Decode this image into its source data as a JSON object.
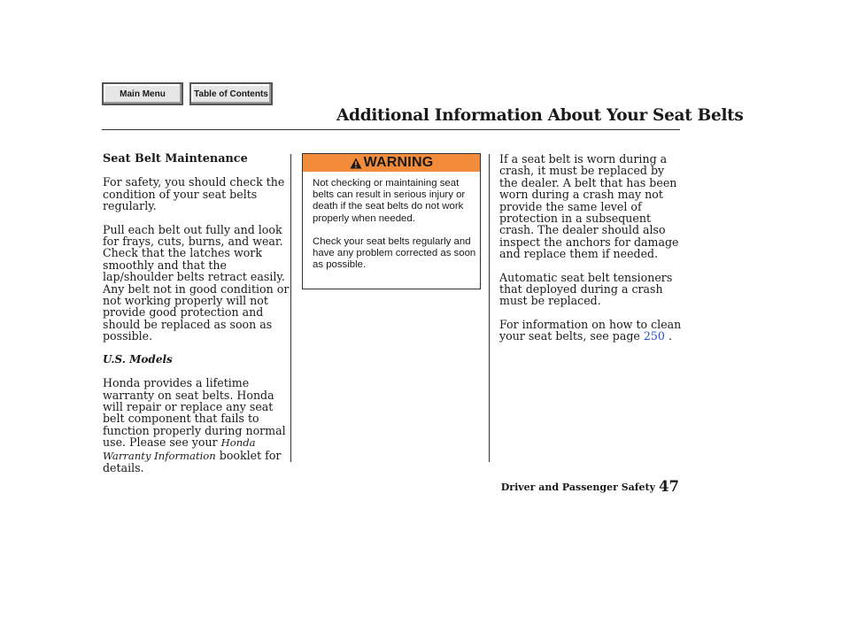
{
  "nav": {
    "main_menu": "Main Menu",
    "table_of_contents": "Table of Contents"
  },
  "page_title": "Additional Information About Your Seat Belts",
  "left_column": {
    "heading": "Seat Belt Maintenance",
    "para1": "For safety, you should check the condition of your seat belts regularly.",
    "para2": "Pull each belt out fully and look for frays, cuts, burns, and wear. Check that the latches work smoothly and that the lap/shoulder belts retract easily. Any belt not in good condition or not working properly will not provide good protection and should be replaced as soon as possible.",
    "subheading": "U.S. Models",
    "para3_start": "Honda provides a lifetime warranty on seat belts. Honda will repair or replace any seat belt component that fails to function properly during normal use. Please see your",
    "para3_italic": "Honda Warranty Information",
    "para3_end": "booklet for details."
  },
  "warning": {
    "label": "WARNING",
    "color": "#f28b3a",
    "icon": "warning-triangle-icon",
    "para1": "Not checking or maintaining seat belts can result in serious injury or death if the seat belts do not work properly when needed.",
    "para2": "Check your seat belts regularly and have any problem corrected as soon as possible."
  },
  "right_column": {
    "para1": "If a seat belt is worn during a crash, it must be replaced by the dealer. A belt that has been worn during a crash may not provide the same level of protection in a subsequent crash. The dealer should also inspect the anchors for damage and replace them if needed.",
    "para2": "Automatic seat belt tensioners that deployed during a crash must be replaced.",
    "para3_start": "For information on how to clean your seat belts, see page",
    "page_link": "250",
    "para3_end": "."
  },
  "footer": {
    "section": "Driver and Passenger Safety",
    "page_number": "47"
  }
}
